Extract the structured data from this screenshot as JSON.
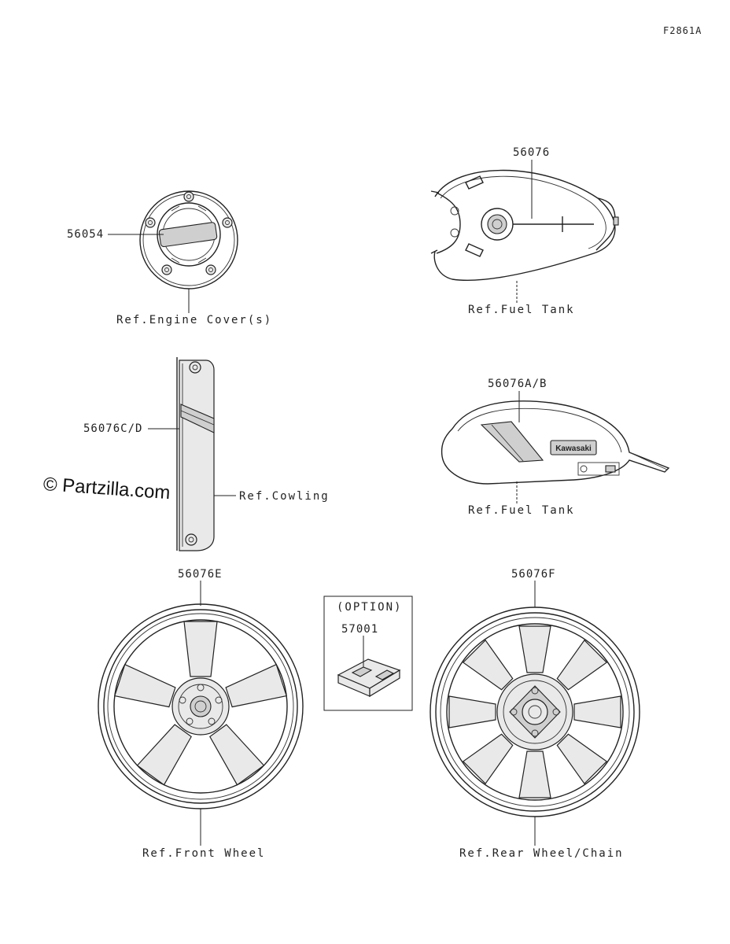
{
  "figure_code": "F2861A",
  "watermark": "© Partzilla.com",
  "option_box_title": "(OPTION)",
  "logo_text": "Kawasaki",
  "parts": [
    {
      "number": "56054",
      "ref": "Ref.Engine Cover(s)"
    },
    {
      "number": "56076",
      "ref": "Ref.Fuel Tank"
    },
    {
      "number": "56076C/D",
      "ref": "Ref.Cowling"
    },
    {
      "number": "56076A/B",
      "ref": "Ref.Fuel Tank"
    },
    {
      "number": "56076E",
      "ref": "Ref.Front Wheel"
    },
    {
      "number": "57001",
      "ref": ""
    },
    {
      "number": "56076F",
      "ref": "Ref.Rear Wheel/Chain"
    }
  ]
}
